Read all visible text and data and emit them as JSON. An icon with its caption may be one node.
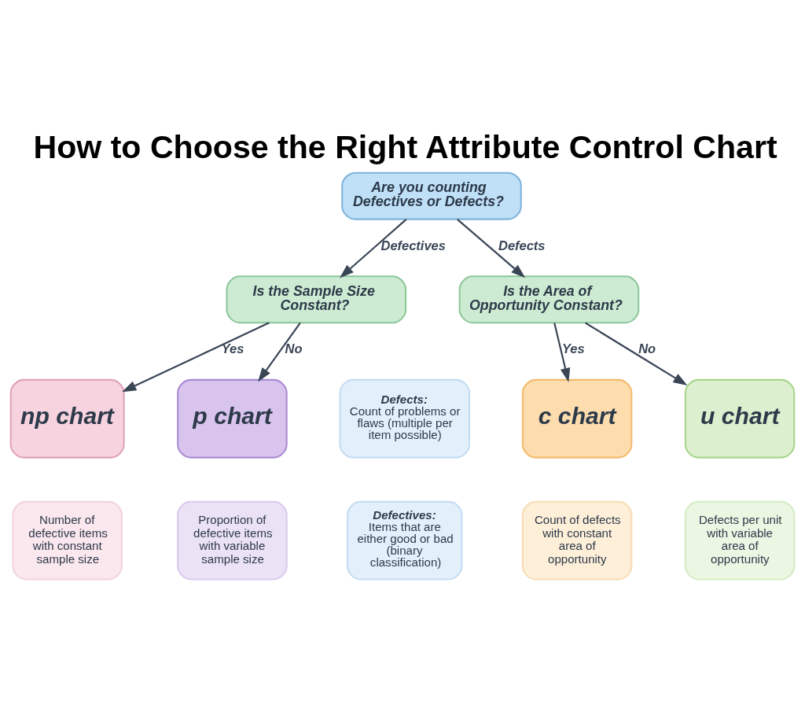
{
  "diagram": {
    "title": "How to Choose the Right Attribute Control Chart",
    "nodes": [
      {
        "text": [
          "Are you counting Defectives or Defects?"
        ]
      },
      {
        "text": [
          "Is the Sample Size Constant?"
        ]
      },
      {
        "text": [
          "Is the Area of Opportunity Constant?"
        ]
      },
      {
        "text": [
          "np chart"
        ]
      },
      {
        "text": [
          "p chart"
        ]
      },
      {
        "text": [
          "Defects:",
          "Count of problems or flaws (multiple per item possible)"
        ]
      },
      {
        "text": [
          "c chart"
        ]
      },
      {
        "text": [
          "u chart"
        ]
      },
      {
        "text": [
          "Number of defective items with constant sample size"
        ]
      },
      {
        "text": [
          "Proportion of defective items with variable sample size"
        ]
      },
      {
        "text": [
          "Defectives:",
          "Items that are either good or bad (binary classification)"
        ]
      },
      {
        "text": [
          "Count of defects with constant area of opportunity"
        ]
      },
      {
        "text": [
          "Defects per unit with variable area of opportunity"
        ]
      }
    ],
    "edges": [
      {
        "from": 0,
        "to": 1,
        "arrow": "to",
        "label": "Defectives"
      },
      {
        "from": 0,
        "to": 2,
        "arrow": "to",
        "label": "Defects"
      },
      {
        "from": 1,
        "to": 3,
        "arrow": "to",
        "label": "Yes"
      },
      {
        "from": 1,
        "to": 4,
        "arrow": "to",
        "label": "No"
      },
      {
        "from": 2,
        "to": 6,
        "arrow": "to",
        "label": "Yes"
      },
      {
        "from": 2,
        "to": 7,
        "arrow": "to",
        "label": "No"
      }
    ]
  }
}
